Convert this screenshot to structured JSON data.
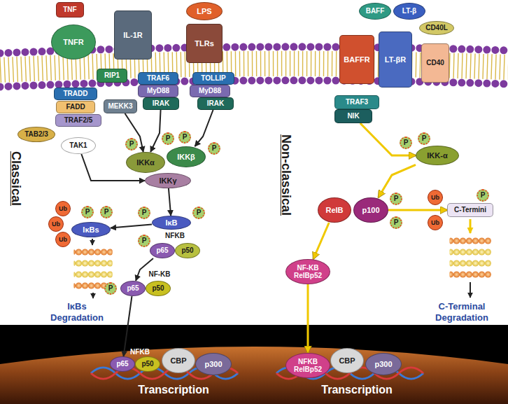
{
  "diagram": {
    "nodes": [
      {
        "text": [
          "TNF"
        ]
      },
      {
        "text": [
          "TNFR"
        ]
      },
      {
        "text": [
          "IL-1R"
        ]
      },
      {
        "text": [
          "LPS"
        ]
      },
      {
        "text": [
          "TLRs"
        ]
      },
      {
        "text": [
          "BAFF"
        ]
      },
      {
        "text": [
          "LT-β"
        ]
      },
      {
        "text": [
          "CD40L"
        ]
      },
      {
        "text": [
          "BAFFR"
        ]
      },
      {
        "text": [
          "LT-βR"
        ]
      },
      {
        "text": [
          "CD40"
        ]
      },
      {
        "text": [
          "RIP1"
        ]
      },
      {
        "text": [
          "TRADD"
        ]
      },
      {
        "text": [
          "FADD"
        ]
      },
      {
        "text": [
          "TRAF2/5"
        ]
      },
      {
        "text": [
          "TAB2/3"
        ]
      },
      {
        "text": [
          "MEKK3"
        ]
      },
      {
        "text": [
          "TRAF6"
        ]
      },
      {
        "text": [
          "MyD88"
        ]
      },
      {
        "text": [
          "IRAK"
        ]
      },
      {
        "text": [
          "TOLLIP"
        ]
      },
      {
        "text": [
          "MyD88"
        ]
      },
      {
        "text": [
          "IRAK"
        ]
      },
      {
        "text": [
          "TRAF3"
        ]
      },
      {
        "text": [
          "NIK"
        ]
      },
      {
        "text": [
          "TAK1"
        ]
      },
      {
        "text": [
          "P"
        ]
      },
      {
        "text": [
          "IKKα"
        ]
      },
      {
        "text": [
          "P"
        ]
      },
      {
        "text": [
          "P"
        ]
      },
      {
        "text": [
          "IKKβ"
        ]
      },
      {
        "text": [
          "P"
        ]
      },
      {
        "text": [
          "IKKγ"
        ]
      },
      {
        "text": [
          "P"
        ]
      },
      {
        "text": [
          "P"
        ]
      },
      {
        "text": [
          "IKK-α"
        ]
      },
      {
        "text": [
          "Ub"
        ]
      },
      {
        "text": [
          "Ub"
        ]
      },
      {
        "text": [
          "Ub"
        ]
      },
      {
        "text": [
          "P"
        ]
      },
      {
        "text": [
          "P"
        ]
      },
      {
        "text": [
          "IκBs"
        ]
      },
      {
        "text": [
          "P"
        ]
      },
      {
        "text": [
          "IκB"
        ]
      },
      {
        "text": [
          "P"
        ]
      },
      {
        "text": [
          "P"
        ]
      },
      {
        "text": [
          "p65"
        ]
      },
      {
        "text": [
          "p50"
        ]
      },
      {
        "text": [
          "P"
        ]
      },
      {
        "text": [
          "p65"
        ]
      },
      {
        "text": [
          "p50"
        ]
      },
      {
        "text": [
          "RelB"
        ]
      },
      {
        "text": [
          "p100"
        ]
      },
      {
        "text": [
          "P"
        ]
      },
      {
        "text": [
          "P"
        ]
      },
      {
        "text": [
          "Ub"
        ]
      },
      {
        "text": [
          "Ub"
        ]
      },
      {
        "text": [
          "C-Termini"
        ]
      },
      {
        "text": [
          "P"
        ]
      },
      {
        "text": [
          "NF-KB",
          "RelBp52"
        ]
      },
      {
        "text": [
          "p65"
        ]
      },
      {
        "text": [
          "p50"
        ]
      },
      {
        "text": [
          "CBP"
        ]
      },
      {
        "text": [
          "p300"
        ]
      },
      {
        "text": [
          "NFKB",
          "RelBp52"
        ]
      },
      {
        "text": [
          "CBP"
        ]
      },
      {
        "text": [
          "p300"
        ]
      }
    ],
    "edges": [
      {
        "from": 16,
        "to": 27,
        "arrow": "to"
      },
      {
        "from": 19,
        "to": 27,
        "arrow": "to"
      },
      {
        "from": 22,
        "to": 30,
        "arrow": "to"
      },
      {
        "from": 25,
        "to": 32,
        "arrow": "to"
      },
      {
        "from": 32,
        "to": 43,
        "arrow": "to"
      },
      {
        "from": 43,
        "to": 41,
        "arrow": "to"
      },
      {
        "from": 46,
        "to": 49,
        "arrow": "to"
      },
      {
        "from": 49,
        "to": 60,
        "arrow": "to"
      },
      {
        "from": 24,
        "to": 35,
        "arrow": "to"
      },
      {
        "from": 35,
        "to": 52,
        "arrow": "to"
      },
      {
        "from": 52,
        "to": 57,
        "arrow": "to"
      },
      {
        "from": 51,
        "to": 59,
        "arrow": "to"
      },
      {
        "from": 59,
        "to": 64,
        "arrow": "to"
      }
    ],
    "labels": [
      "Classical",
      "Non-classical",
      "NFKB",
      "NF-KB",
      "IκBs Degradation",
      "C-Terminal Degradation",
      "NFKB",
      "Transcription",
      "Transcription"
    ]
  }
}
